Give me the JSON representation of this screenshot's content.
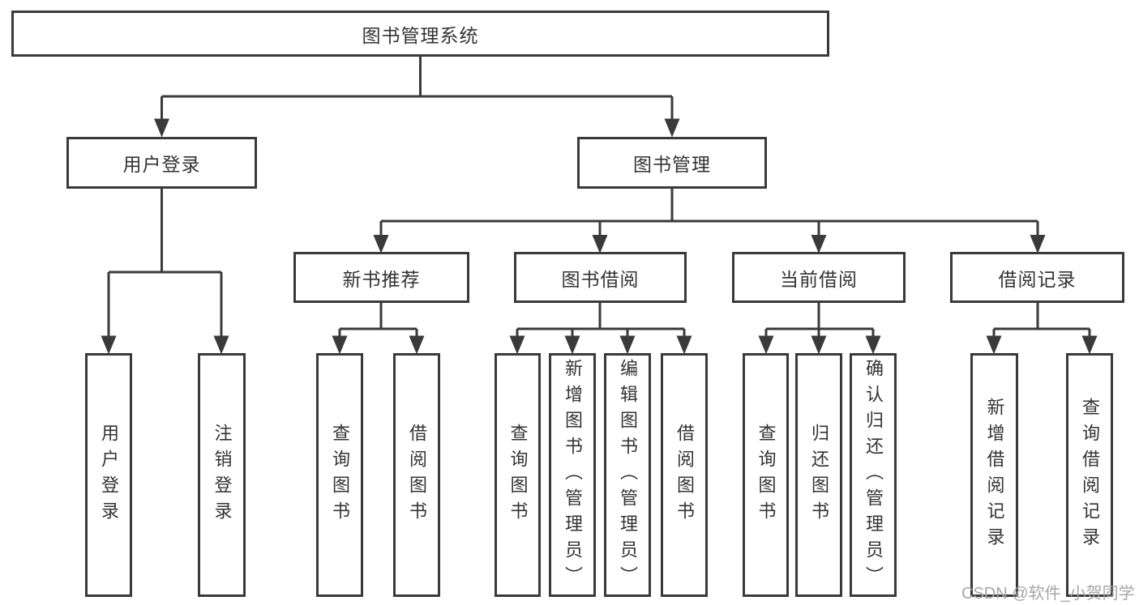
{
  "diagram_title": "图书管理系统",
  "tree": {
    "label": "图书管理系统",
    "children": [
      {
        "label": "用户登录",
        "children": [
          {
            "label": "用户登录"
          },
          {
            "label": "注销登录"
          }
        ]
      },
      {
        "label": "图书管理",
        "children": [
          {
            "label": "新书推荐",
            "children": [
              {
                "label": "查询图书"
              },
              {
                "label": "借阅图书"
              }
            ]
          },
          {
            "label": "图书借阅",
            "children": [
              {
                "label": "查询图书"
              },
              {
                "label": "新增图书（管理员）"
              },
              {
                "label": "编辑图书（管理员）"
              },
              {
                "label": "借阅图书"
              }
            ]
          },
          {
            "label": "当前借阅",
            "children": [
              {
                "label": "查询图书"
              },
              {
                "label": "归还图书"
              },
              {
                "label": "确认归还（管理员）"
              }
            ]
          },
          {
            "label": "借阅记录",
            "children": [
              {
                "label": "新增借阅记录"
              },
              {
                "label": "查询借阅记录"
              }
            ]
          }
        ]
      }
    ]
  },
  "watermark": "CSDN @软件_小贺同学",
  "colors": {
    "line": "#3a3a3a",
    "text": "#333333",
    "background": "#ffffff",
    "watermark": "#a6a6a6"
  }
}
